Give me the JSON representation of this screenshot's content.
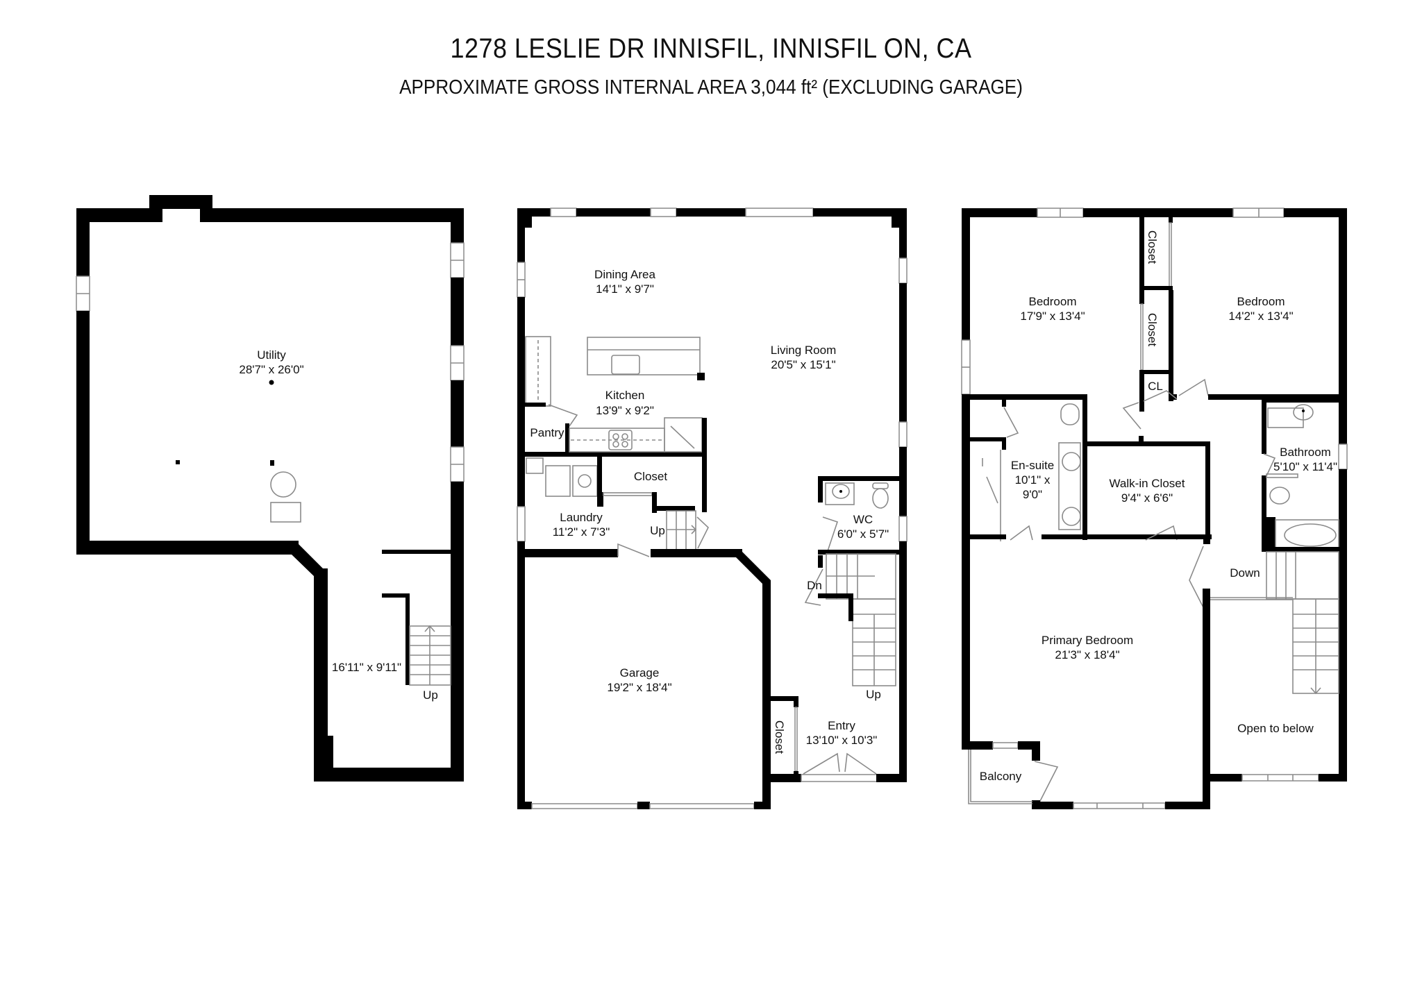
{
  "header": {
    "title": "1278 LESLIE DR INNISFIL, INNISFIL ON, CA",
    "subtitle": "APPROXIMATE GROSS INTERNAL AREA 3,044 ft² (EXCLUDING GARAGE)"
  },
  "basement": {
    "rooms": [
      {
        "name": "Utility",
        "dims": "28'7\" x 26'0\""
      },
      {
        "name": "",
        "dims": "16'11\" x 9'11\""
      }
    ],
    "stairs": [
      {
        "label": "Up"
      }
    ]
  },
  "main_floor": {
    "rooms": [
      {
        "name": "Dining Area",
        "dims": "14'1\" x 9'7\""
      },
      {
        "name": "Living Room",
        "dims": "20'5\" x 15'1\""
      },
      {
        "name": "Kitchen",
        "dims": "13'9\" x 9'2\""
      },
      {
        "name": "Pantry",
        "dims": ""
      },
      {
        "name": "Closet",
        "dims": ""
      },
      {
        "name": "Laundry",
        "dims": "11'2\" x 7'3\""
      },
      {
        "name": "WC",
        "dims": "6'0\" x 5'7\""
      },
      {
        "name": "Garage",
        "dims": "19'2\" x 18'4\""
      },
      {
        "name": "Closet",
        "dims": ""
      },
      {
        "name": "Entry",
        "dims": "13'10\" x 10'3\""
      }
    ],
    "stairs": [
      {
        "label": "Up"
      },
      {
        "label": "Dn"
      },
      {
        "label": "Up"
      }
    ]
  },
  "upper_floor": {
    "rooms": [
      {
        "name": "Bedroom",
        "dims": "17'9\" x 13'4\""
      },
      {
        "name": "Bedroom",
        "dims": "14'2\" x 13'4\""
      },
      {
        "name": "Closet",
        "dims": ""
      },
      {
        "name": "Closet",
        "dims": ""
      },
      {
        "name": "CL",
        "dims": ""
      },
      {
        "name": "En-suite",
        "dims_line1": "10'1\" x",
        "dims_line2": "9'0\""
      },
      {
        "name": "Walk-in Closet",
        "dims": "9'4\" x 6'6\""
      },
      {
        "name": "Bathroom",
        "dims": "5'10\" x 11'4\""
      },
      {
        "name": "Primary Bedroom",
        "dims": "21'3\" x 18'4\""
      },
      {
        "name": "Open to below",
        "dims": ""
      },
      {
        "name": "Balcony",
        "dims": ""
      }
    ],
    "stairs": [
      {
        "label": "Down"
      }
    ]
  }
}
